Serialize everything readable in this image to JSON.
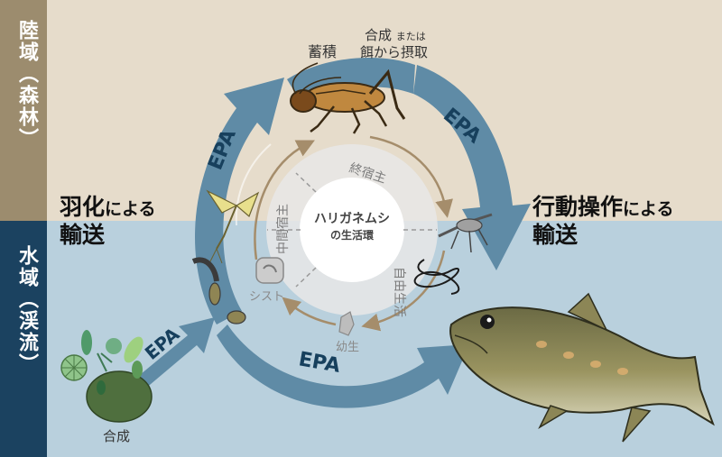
{
  "colors": {
    "land_bg": "#e6dccb",
    "water_bg": "#b9d0dd",
    "land_side": "#9c8c6e",
    "water_side": "#1b4260",
    "arrow_blue": "#5f8ba6",
    "arrow_text": "#17405d",
    "inner_arrow": "#a58d6b"
  },
  "regions": {
    "land": "陸域（森林）",
    "water": "水域（渓流）"
  },
  "transport": {
    "emergence": {
      "main": "羽化",
      "particle": "による",
      "second": "輸送"
    },
    "manipulation": {
      "main": "行動操作",
      "particle": "による",
      "second": "輸送"
    }
  },
  "arrows": {
    "epa_1": "EPA",
    "epa_2": "EPA",
    "epa_3": "EPA",
    "epa_4": "EPA"
  },
  "cricket": {
    "accumulate": "蓄積",
    "synth_main": "合成",
    "synth_small": "または",
    "intake": "餌から摂取"
  },
  "algae": {
    "label": "合成"
  },
  "lifecycle": {
    "center_line1": "ハリガネムシ",
    "center_line2": "の生活環",
    "final_host": "終宿主",
    "intermediate_host": "中間宿主",
    "free_living": "自由生活",
    "cyst": "シスト",
    "larva": "幼生"
  }
}
